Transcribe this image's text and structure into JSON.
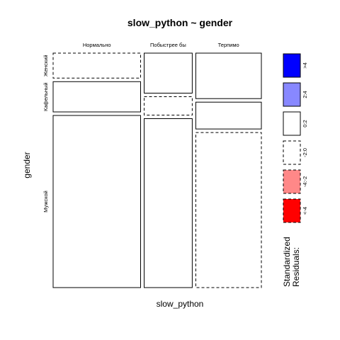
{
  "chart_data": {
    "type": "mosaic",
    "title": "slow_python ~ gender",
    "xlabel": "slow_python",
    "ylabel": "gender",
    "x_categories": [
      "Нормально",
      "Побыстрее бы",
      "Терпимо"
    ],
    "y_categories": [
      "Женский",
      "Кафельный",
      "Мужской"
    ],
    "x_proportions": [
      0.4,
      0.22,
      0.3
    ],
    "cells": [
      {
        "x": "Нормально",
        "y": "Женский",
        "share": 0.11,
        "residual_band": "-2:0"
      },
      {
        "x": "Нормально",
        "y": "Кафельный",
        "share": 0.133,
        "residual_band": "0:2"
      },
      {
        "x": "Нормально",
        "y": "Мужской",
        "share": 0.757,
        "residual_band": "0:2"
      },
      {
        "x": "Побыстрее бы",
        "y": "Женский",
        "share": 0.176,
        "residual_band": "0:2"
      },
      {
        "x": "Побыстрее бы",
        "y": "Кафельный",
        "share": 0.081,
        "residual_band": "-2:0"
      },
      {
        "x": "Побыстрее бы",
        "y": "Мужской",
        "share": 0.743,
        "residual_band": "0:2"
      },
      {
        "x": "Терпимо",
        "y": "Женский",
        "share": 0.2,
        "residual_band": "0:2"
      },
      {
        "x": "Терпимо",
        "y": "Кафельный",
        "share": 0.118,
        "residual_band": "0:2"
      },
      {
        "x": "Терпимо",
        "y": "Мужской",
        "share": 0.682,
        "residual_band": "-2:0"
      }
    ],
    "legend": {
      "title_line1": "Standardized",
      "title_line2": "Residuals:",
      "placement": "right",
      "entries": [
        {
          "label": ">4",
          "band": ">4",
          "fill": "#0000ff",
          "dashed": false
        },
        {
          "label": "2:4",
          "band": "2:4",
          "fill": "#8888ff",
          "dashed": false
        },
        {
          "label": "0:2",
          "band": "0:2",
          "fill": "#ffffff",
          "dashed": false
        },
        {
          "label": "-2:0",
          "band": "-2:0",
          "fill": "#ffffff",
          "dashed": true
        },
        {
          "label": "-4:-2",
          "band": "-4:-2",
          "fill": "#ff8888",
          "dashed": true
        },
        {
          "label": "<-4",
          "band": "<-4",
          "fill": "#ff0000",
          "dashed": true
        }
      ]
    }
  }
}
